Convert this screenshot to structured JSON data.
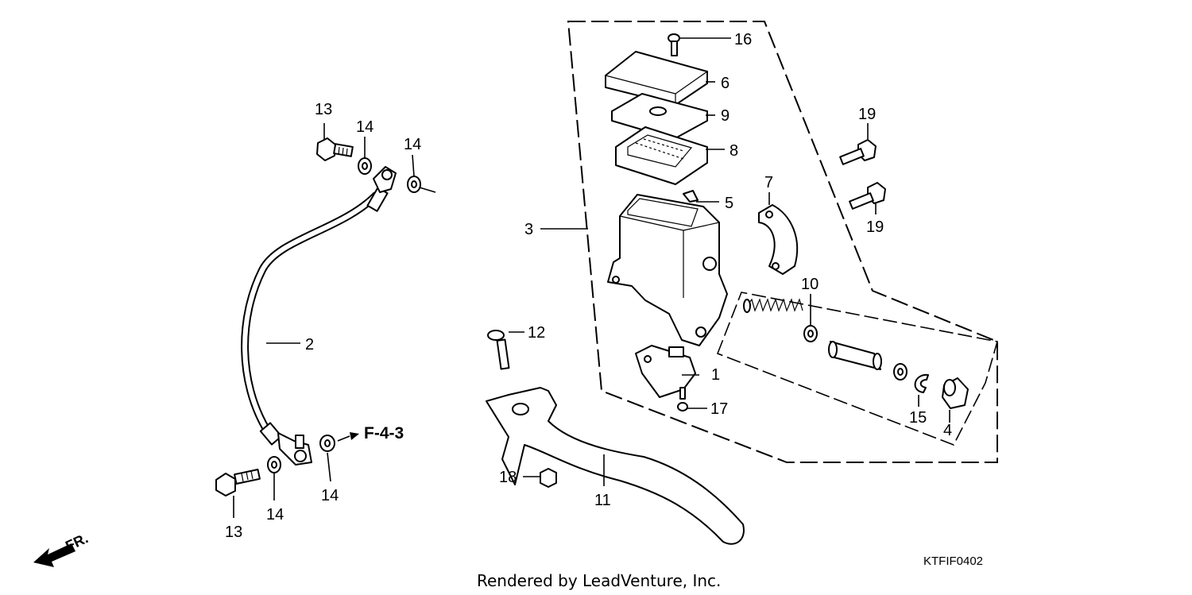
{
  "callouts": {
    "c1": "1",
    "c2": "2",
    "c3": "3",
    "c4": "4",
    "c5": "5",
    "c6": "6",
    "c7": "7",
    "c8": "8",
    "c9": "9",
    "c10": "10",
    "c11": "11",
    "c12": "12",
    "c13a": "13",
    "c13b": "13",
    "c14a": "14",
    "c14b": "14",
    "c14c": "14",
    "c14d": "14",
    "c15": "15",
    "c16": "16",
    "c17": "17",
    "c18": "18",
    "c19a": "19",
    "c19b": "19"
  },
  "reference": "F-4-3",
  "direction": "FR.",
  "diagram_code": "KTFIF0402",
  "credit": "Rendered by LeadVenture, Inc."
}
